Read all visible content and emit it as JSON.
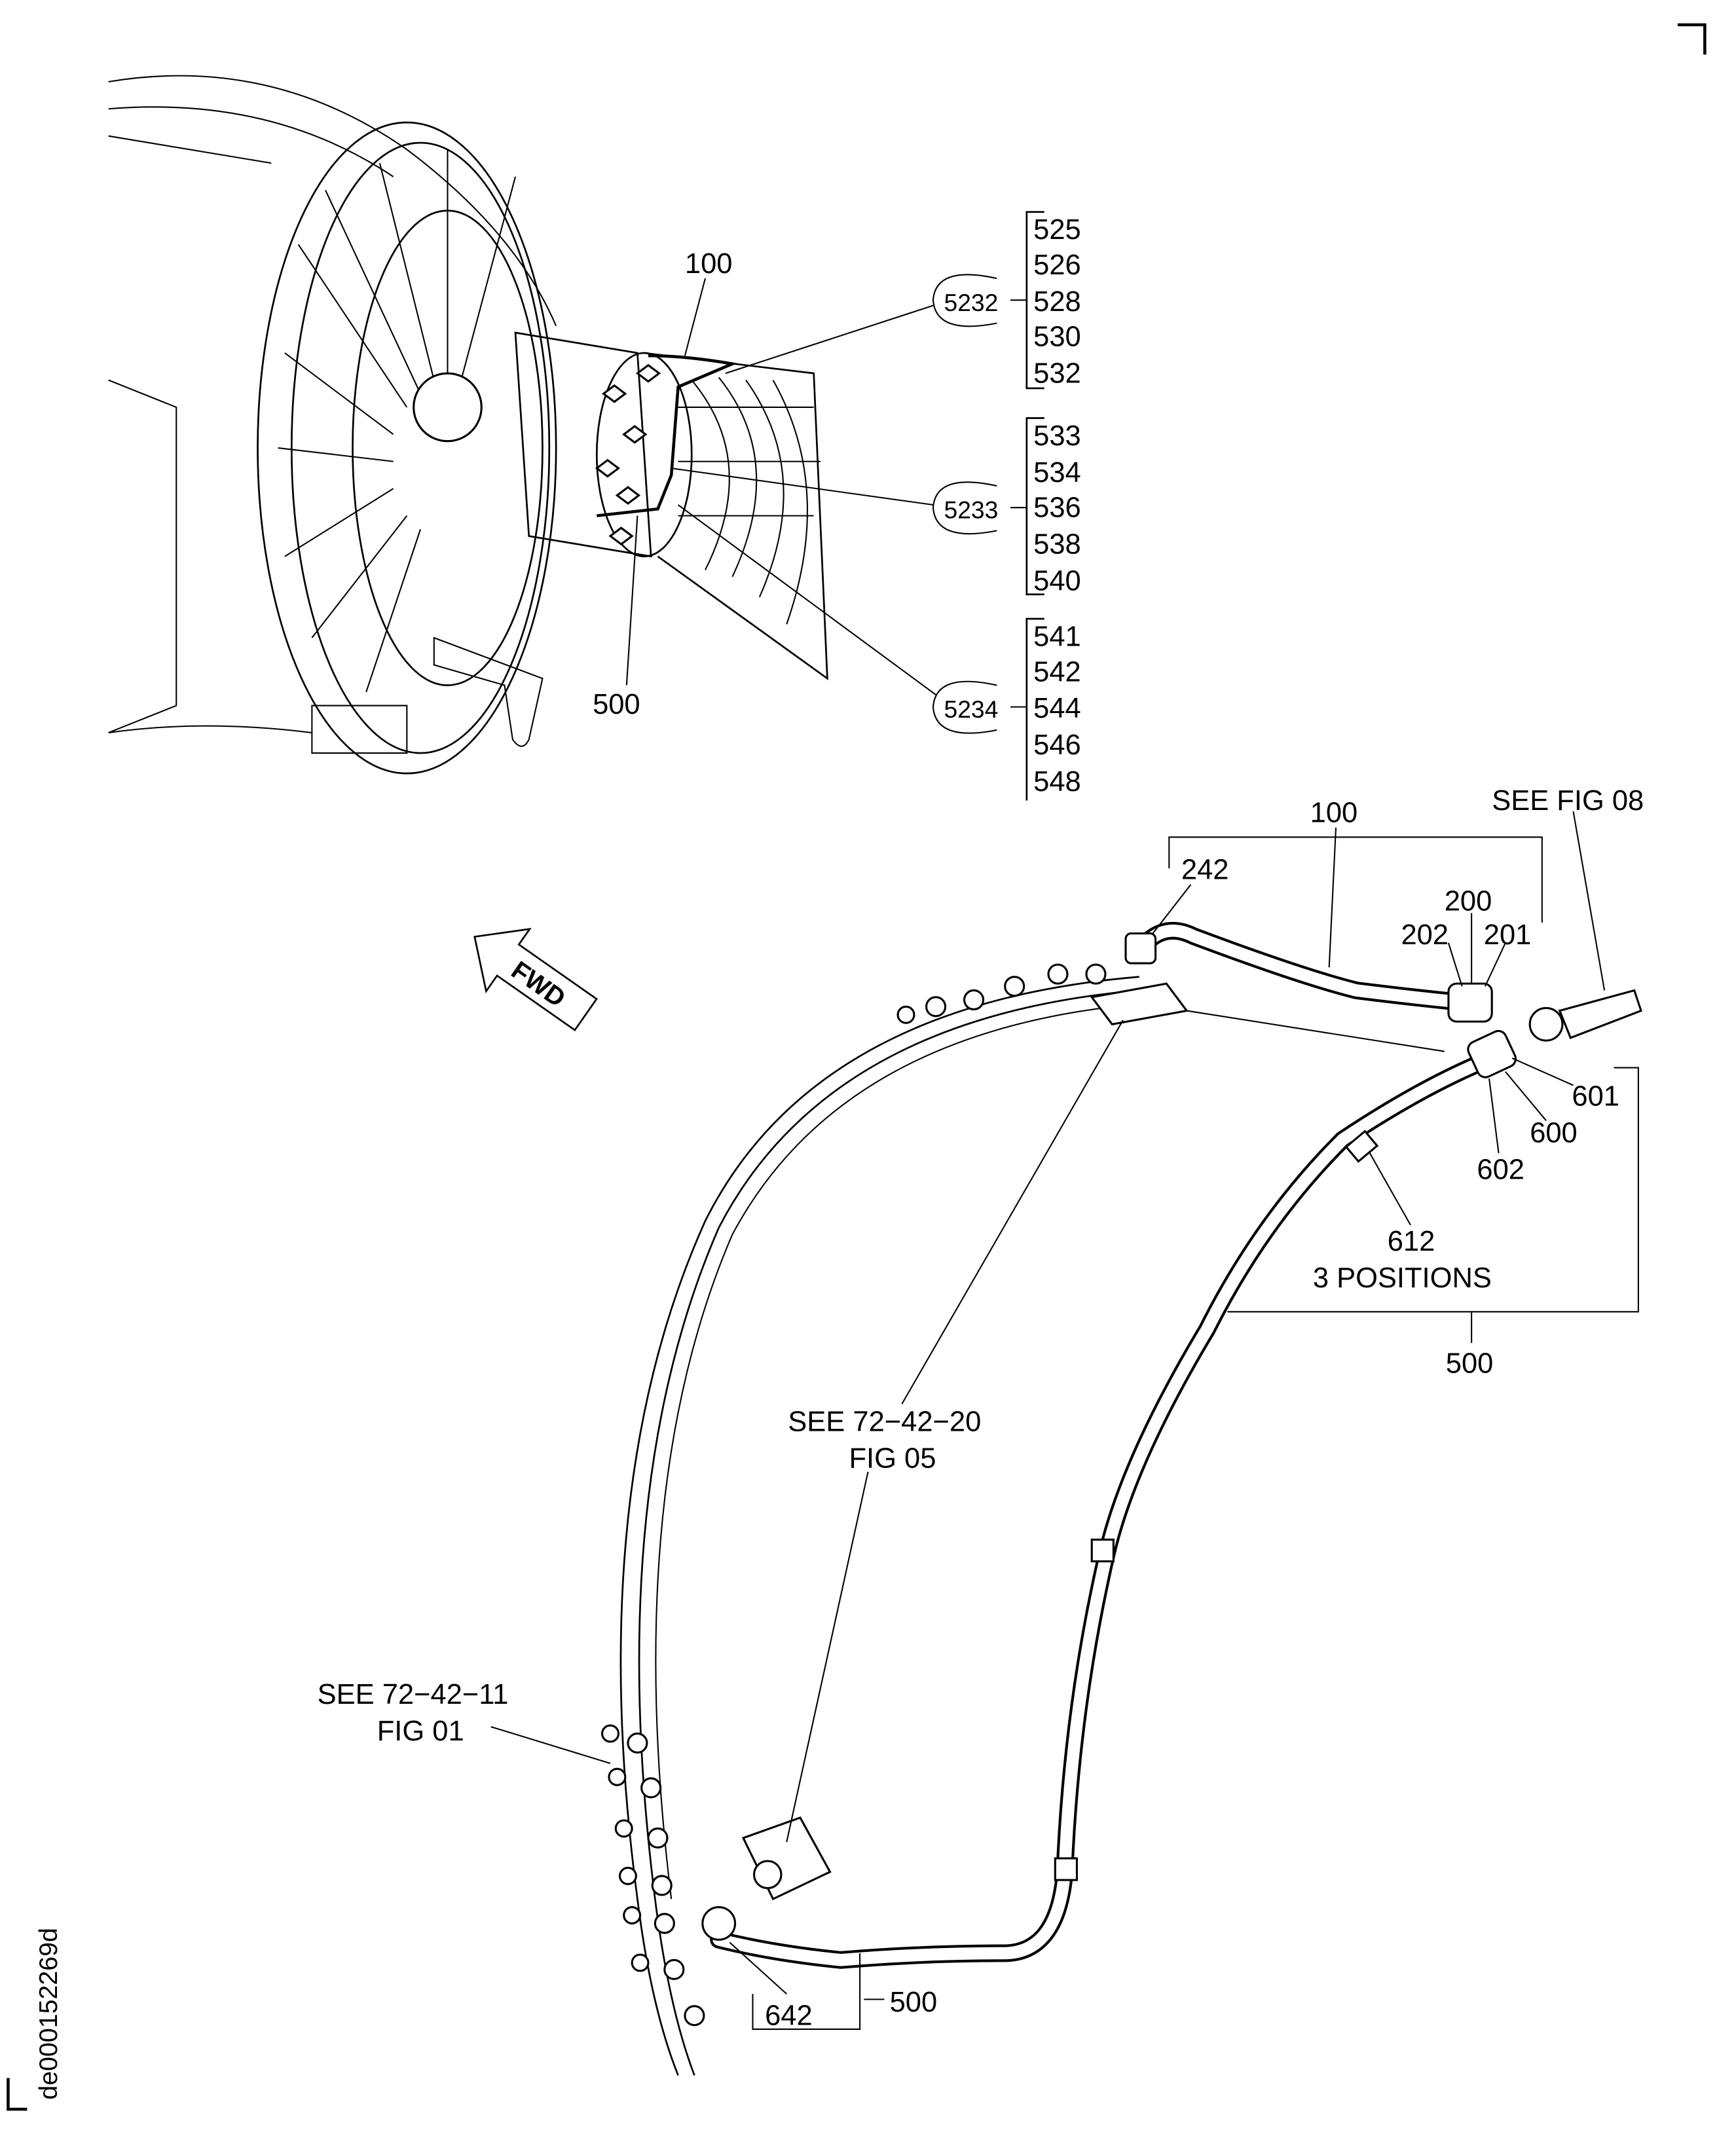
{
  "figure": {
    "drawing_id": "de000152269d",
    "fwd_label": "FWD",
    "top_view": {
      "item_100": "100",
      "item_500": "500",
      "callouts": [
        {
          "circle": "5232",
          "items": [
            "525",
            "526",
            "528",
            "530",
            "532"
          ]
        },
        {
          "circle": "5233",
          "items": [
            "533",
            "534",
            "536",
            "538",
            "540"
          ]
        },
        {
          "circle": "5234",
          "items": [
            "541",
            "542",
            "544",
            "546",
            "548"
          ]
        }
      ]
    },
    "detail_view": {
      "see_fig_08": "SEE FIG 08",
      "item_100": "100",
      "item_242": "242",
      "item_200": "200",
      "item_202": "202",
      "item_201": "201",
      "item_601": "601",
      "item_600": "600",
      "item_602": "602",
      "item_612": "612",
      "positions_note": "3 POSITIONS",
      "item_500_upper": "500",
      "see_72_42_20": "SEE 72−42−20",
      "fig_05": "FIG 05",
      "see_72_42_11": "SEE 72−42−11",
      "fig_01": "FIG 01",
      "item_642": "642",
      "item_500_lower": "500"
    }
  }
}
